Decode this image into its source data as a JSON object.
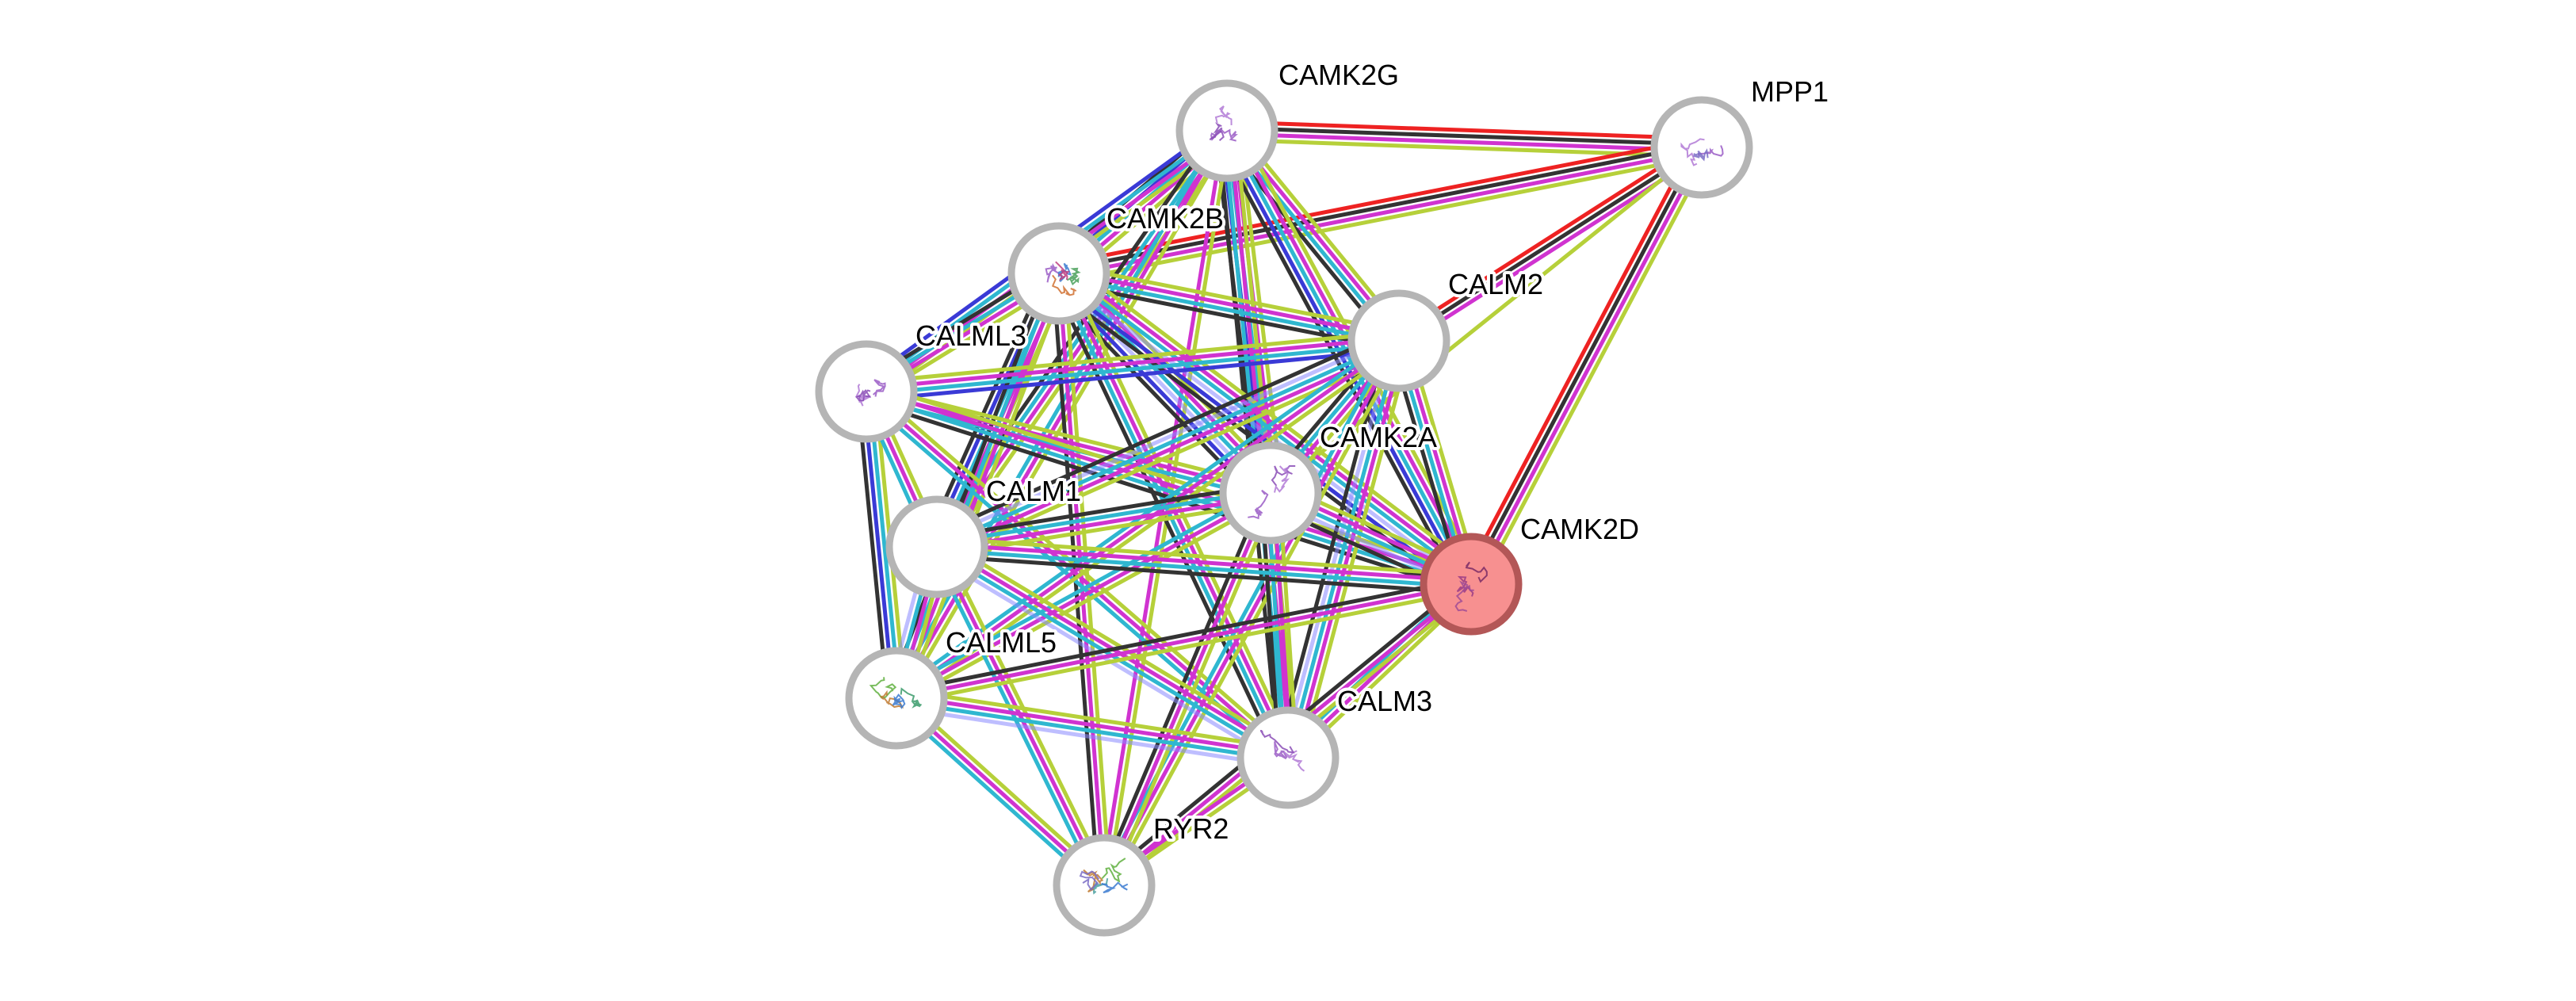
{
  "network": {
    "query_protein": "CAMK2D",
    "colors": {
      "background": "#ffffff",
      "node_border": "#b5b5b5",
      "query_fill": "#f79090",
      "query_border": "#b35757",
      "node_fill": "#ffffff"
    },
    "evidence_colors": {
      "experiments": "#d033d0",
      "databases": "#2fb7d0",
      "textmining": "#b6d03a",
      "coexpression": "#333333",
      "gene_fusion": "#ee2222",
      "cooccurrence": "#3a3ad6",
      "homology": "#8888ff"
    },
    "nodes": [
      {
        "id": "CAMK2G",
        "label": "CAMK2G",
        "structure": "protein-structure-icon"
      },
      {
        "id": "MPP1",
        "label": "MPP1",
        "structure": "protein-structure-icon"
      },
      {
        "id": "CAMK2B",
        "label": "CAMK2B",
        "structure": "protein-structure-icon"
      },
      {
        "id": "CALM2",
        "label": "CALM2",
        "structure": "none"
      },
      {
        "id": "CALML3",
        "label": "CALML3",
        "structure": "protein-structure-icon"
      },
      {
        "id": "CAMK2A",
        "label": "CAMK2A",
        "structure": "protein-structure-icon"
      },
      {
        "id": "CALM1",
        "label": "CALM1",
        "structure": "none"
      },
      {
        "id": "CAMK2D",
        "label": "CAMK2D",
        "structure": "protein-structure-icon"
      },
      {
        "id": "CALML5",
        "label": "CALML5",
        "structure": "protein-structure-icon"
      },
      {
        "id": "CALM3",
        "label": "CALM3",
        "structure": "protein-structure-icon"
      },
      {
        "id": "RYR2",
        "label": "RYR2",
        "structure": "protein-structure-icon"
      }
    ],
    "edges": [
      {
        "source": "CAMK2G",
        "target": "MPP1",
        "evidence": [
          "gene_fusion",
          "coexpression",
          "experiments",
          "textmining"
        ]
      },
      {
        "source": "CAMK2B",
        "target": "MPP1",
        "evidence": [
          "gene_fusion",
          "coexpression",
          "experiments",
          "textmining"
        ]
      },
      {
        "source": "CALM2",
        "target": "MPP1",
        "evidence": [
          "gene_fusion",
          "coexpression",
          "experiments"
        ]
      },
      {
        "source": "CAMK2D",
        "target": "MPP1",
        "evidence": [
          "gene_fusion",
          "coexpression",
          "experiments",
          "textmining"
        ]
      },
      {
        "source": "CAMK2A",
        "target": "MPP1",
        "evidence": [
          "textmining"
        ]
      },
      {
        "source": "CAMK2G",
        "target": "CAMK2B",
        "evidence": [
          "textmining",
          "experiments",
          "databases",
          "cooccurrence",
          "coexpression"
        ]
      },
      {
        "source": "CAMK2G",
        "target": "CALML3",
        "evidence": [
          "textmining",
          "experiments",
          "databases",
          "cooccurrence"
        ]
      },
      {
        "source": "CAMK2G",
        "target": "CALM2",
        "evidence": [
          "textmining",
          "experiments",
          "databases",
          "coexpression"
        ]
      },
      {
        "source": "CAMK2G",
        "target": "CAMK2A",
        "evidence": [
          "textmining",
          "experiments",
          "databases",
          "cooccurrence",
          "coexpression"
        ]
      },
      {
        "source": "CAMK2G",
        "target": "CALM1",
        "evidence": [
          "textmining",
          "experiments",
          "databases",
          "coexpression"
        ]
      },
      {
        "source": "CAMK2G",
        "target": "CAMK2D",
        "evidence": [
          "textmining",
          "experiments",
          "databases",
          "cooccurrence",
          "coexpression"
        ]
      },
      {
        "source": "CAMK2G",
        "target": "CALM3",
        "evidence": [
          "textmining",
          "experiments",
          "databases",
          "coexpression"
        ]
      },
      {
        "source": "CAMK2G",
        "target": "CALML5",
        "evidence": [
          "textmining",
          "experiments",
          "databases"
        ]
      },
      {
        "source": "CAMK2G",
        "target": "RYR2",
        "evidence": [
          "textmining",
          "experiments"
        ]
      },
      {
        "source": "CAMK2B",
        "target": "CALML3",
        "evidence": [
          "textmining",
          "experiments",
          "databases",
          "coexpression"
        ]
      },
      {
        "source": "CAMK2B",
        "target": "CALM2",
        "evidence": [
          "textmining",
          "experiments",
          "databases",
          "coexpression"
        ]
      },
      {
        "source": "CAMK2B",
        "target": "CAMK2A",
        "evidence": [
          "textmining",
          "experiments",
          "databases",
          "homology",
          "cooccurrence",
          "coexpression"
        ]
      },
      {
        "source": "CAMK2B",
        "target": "CALM1",
        "evidence": [
          "textmining",
          "experiments",
          "databases",
          "cooccurrence",
          "coexpression"
        ]
      },
      {
        "source": "CAMK2B",
        "target": "CAMK2D",
        "evidence": [
          "textmining",
          "experiments",
          "databases",
          "homology",
          "cooccurrence",
          "coexpression"
        ]
      },
      {
        "source": "CAMK2B",
        "target": "CALM3",
        "evidence": [
          "textmining",
          "experiments",
          "databases",
          "coexpression"
        ]
      },
      {
        "source": "CAMK2B",
        "target": "CALML5",
        "evidence": [
          "textmining",
          "experiments",
          "databases",
          "coexpression"
        ]
      },
      {
        "source": "CAMK2B",
        "target": "RYR2",
        "evidence": [
          "textmining",
          "experiments",
          "coexpression"
        ]
      },
      {
        "source": "CALML3",
        "target": "CALM2",
        "evidence": [
          "textmining",
          "experiments",
          "databases",
          "cooccurrence"
        ]
      },
      {
        "source": "CALML3",
        "target": "CAMK2A",
        "evidence": [
          "textmining",
          "experiments",
          "databases"
        ]
      },
      {
        "source": "CALML3",
        "target": "CAMK2D",
        "evidence": [
          "textmining",
          "experiments",
          "databases",
          "coexpression"
        ]
      },
      {
        "source": "CALML3",
        "target": "CALM3",
        "evidence": [
          "textmining",
          "experiments",
          "databases"
        ]
      },
      {
        "source": "CALML3",
        "target": "CALML5",
        "evidence": [
          "textmining",
          "databases",
          "cooccurrence",
          "coexpression"
        ]
      },
      {
        "source": "CALML3",
        "target": "CALM1",
        "evidence": [
          "textmining",
          "experiments",
          "databases"
        ]
      },
      {
        "source": "CALM2",
        "target": "CAMK2A",
        "evidence": [
          "textmining",
          "experiments",
          "databases",
          "coexpression"
        ]
      },
      {
        "source": "CALM2",
        "target": "CALM1",
        "evidence": [
          "textmining",
          "experiments",
          "databases",
          "homology",
          "coexpression"
        ]
      },
      {
        "source": "CALM2",
        "target": "CAMK2D",
        "evidence": [
          "textmining",
          "experiments",
          "databases",
          "coexpression"
        ]
      },
      {
        "source": "CALM2",
        "target": "CALM3",
        "evidence": [
          "textmining",
          "experiments",
          "databases",
          "homology",
          "coexpression"
        ]
      },
      {
        "source": "CALM2",
        "target": "CALML5",
        "evidence": [
          "textmining",
          "experiments",
          "databases"
        ]
      },
      {
        "source": "CALM2",
        "target": "RYR2",
        "evidence": [
          "textmining",
          "experiments",
          "databases"
        ]
      },
      {
        "source": "CAMK2A",
        "target": "CALM1",
        "evidence": [
          "textmining",
          "experiments",
          "databases",
          "coexpression"
        ]
      },
      {
        "source": "CAMK2A",
        "target": "CAMK2D",
        "evidence": [
          "textmining",
          "experiments",
          "databases",
          "homology",
          "coexpression"
        ]
      },
      {
        "source": "CAMK2A",
        "target": "CALM3",
        "evidence": [
          "textmining",
          "experiments",
          "databases",
          "coexpression"
        ]
      },
      {
        "source": "CAMK2A",
        "target": "CALML5",
        "evidence": [
          "textmining",
          "experiments",
          "databases"
        ]
      },
      {
        "source": "CAMK2A",
        "target": "RYR2",
        "evidence": [
          "textmining",
          "experiments",
          "coexpression"
        ]
      },
      {
        "source": "CALM1",
        "target": "CAMK2D",
        "evidence": [
          "textmining",
          "experiments",
          "databases",
          "coexpression"
        ]
      },
      {
        "source": "CALM1",
        "target": "CALM3",
        "evidence": [
          "textmining",
          "experiments",
          "databases",
          "homology"
        ]
      },
      {
        "source": "CALM1",
        "target": "CALML5",
        "evidence": [
          "textmining",
          "experiments",
          "databases",
          "homology"
        ]
      },
      {
        "source": "CALM1",
        "target": "RYR2",
        "evidence": [
          "textmining",
          "experiments",
          "databases"
        ]
      },
      {
        "source": "CAMK2D",
        "target": "CALM3",
        "evidence": [
          "textmining",
          "experiments",
          "databases"
        ]
      },
      {
        "source": "CAMK2D",
        "target": "CALML5",
        "evidence": [
          "textmining",
          "experiments",
          "coexpression"
        ]
      },
      {
        "source": "CAMK2D",
        "target": "RYR2",
        "evidence": [
          "textmining",
          "experiments",
          "coexpression"
        ]
      },
      {
        "source": "CALML5",
        "target": "CALM3",
        "evidence": [
          "textmining",
          "experiments",
          "databases",
          "homology"
        ]
      },
      {
        "source": "CALML5",
        "target": "RYR2",
        "evidence": [
          "textmining",
          "experiments",
          "databases"
        ]
      },
      {
        "source": "CALM3",
        "target": "RYR2",
        "evidence": [
          "textmining",
          "experiments"
        ]
      }
    ]
  }
}
